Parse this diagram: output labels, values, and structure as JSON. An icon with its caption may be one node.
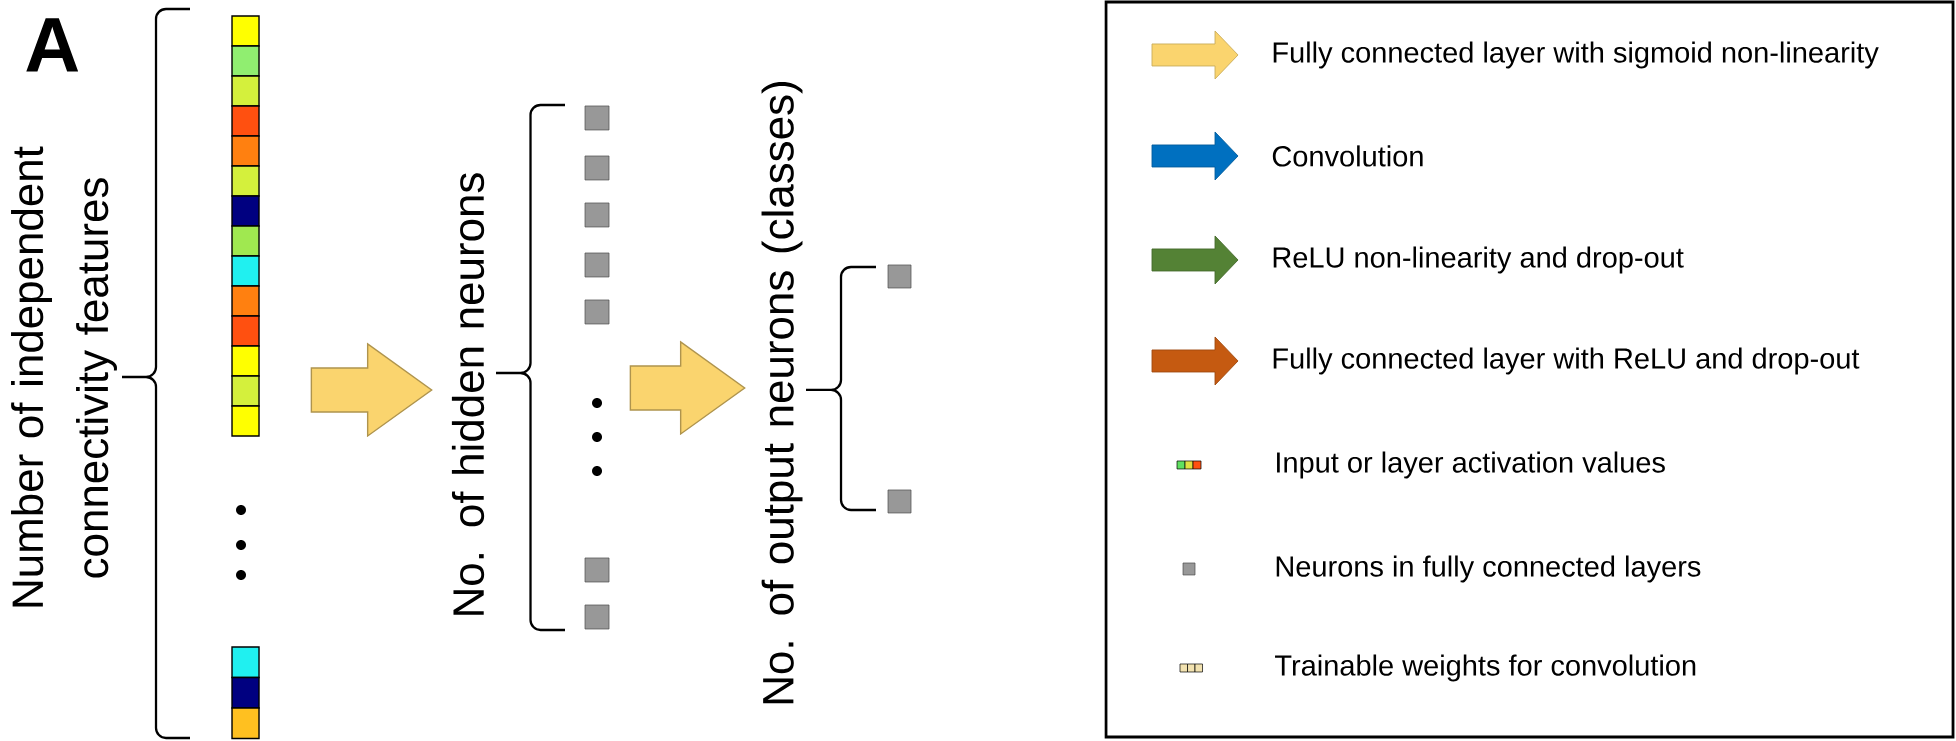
{
  "diagram": {
    "nodes": [
      {
        "text": [],
        "shape": "bar",
        "beside": [
          "Number of independent connectivity features"
        ]
      },
      {
        "text": [],
        "shape": "box",
        "beside": [
          "No. of hidden neurons"
        ]
      },
      {
        "text": [],
        "shape": "box",
        "beside": [
          "No. of output neurons (classes)"
        ]
      }
    ],
    "edges": [
      {
        "from": 0,
        "to": 1,
        "arrow": "to"
      },
      {
        "from": 1,
        "to": 2,
        "arrow": "to"
      }
    ],
    "labels": [
      "A"
    ],
    "legend": [
      {
        "text": "Fully connected layer with sigmoid non-linearity",
        "color": "#fad46e"
      },
      {
        "text": "Convolution",
        "color": "#0070c0"
      },
      {
        "text": "ReLU non-linearity and drop-out",
        "color": "#548235"
      },
      {
        "text": "Fully connected layer with ReLU and drop-out",
        "color": "#c55a11"
      },
      {
        "text": "Input or layer activation values"
      },
      {
        "text": "Neurons in fully connected layers"
      },
      {
        "text": "Trainable weights for convolution"
      }
    ]
  }
}
